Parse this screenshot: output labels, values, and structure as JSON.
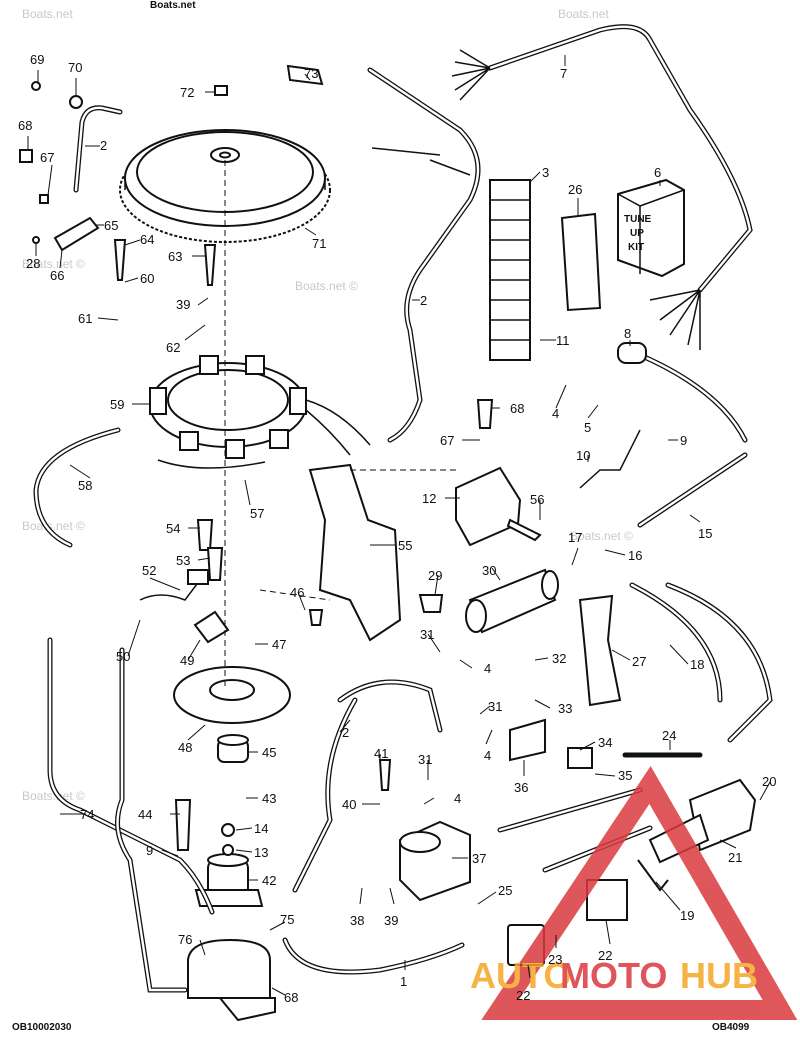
{
  "header_fragment": "Boats.net",
  "watermarks": [
    "Boats.net",
    "Boats.net ©",
    "Boats.net ©",
    "Boats.net ©",
    "Boats.net ©"
  ],
  "footer": {
    "left_code": "OB10002030",
    "right_code": "OB4099"
  },
  "logo": {
    "text_a": "AUTO",
    "text_b": "MOTO",
    "text_c": "HUB",
    "color_red": "#d9393e",
    "color_orange": "#f5a623"
  },
  "kit_box_text": [
    "TUNE",
    "UP",
    "KIT"
  ],
  "callouts": {
    "c69": "69",
    "c70": "70",
    "c73": "73",
    "c72": "72",
    "c7": "7",
    "c68a": "68",
    "c2a": "2",
    "c67a": "67",
    "c3": "3",
    "c26": "26",
    "c6": "6",
    "c65": "65",
    "c64": "64",
    "c71": "71",
    "c28": "28",
    "c66": "66",
    "c63": "63",
    "c60": "60",
    "c2b": "2",
    "c39a": "39",
    "c61": "61",
    "c11": "11",
    "c8": "8",
    "c62": "62",
    "c59": "59",
    "c68b": "68",
    "c4a": "4",
    "c5": "5",
    "c9a": "9",
    "c67b": "67",
    "c58": "58",
    "c10": "10",
    "c12": "12",
    "c56": "56",
    "c57": "57",
    "c54": "54",
    "c15": "15",
    "c55": "55",
    "c17": "17",
    "c16": "16",
    "c53": "53",
    "c52": "52",
    "c30": "30",
    "c29": "29",
    "c46": "46",
    "c50": "50",
    "c49": "49",
    "c47": "47",
    "c31a": "31",
    "c4b": "4",
    "c32": "32",
    "c27": "27",
    "c18": "18",
    "c48": "48",
    "c2c": "2",
    "c31b": "31",
    "c33": "33",
    "c24": "24",
    "c34": "34",
    "c45": "45",
    "c41": "41",
    "c31c": "31",
    "c4c": "4",
    "c4d": "4",
    "c36": "36",
    "c35": "35",
    "c20": "20",
    "c74": "74",
    "c43": "43",
    "c40": "40",
    "c44": "44",
    "c14": "14",
    "c21": "21",
    "c9b": "9",
    "c13": "13",
    "c37": "37",
    "c42": "42",
    "c25": "25",
    "c19": "19",
    "c38": "38",
    "c39b": "39",
    "c22a": "22",
    "c75": "75",
    "c76": "76",
    "c23": "23",
    "c1": "1",
    "c22b": "22",
    "c68c": "68"
  }
}
